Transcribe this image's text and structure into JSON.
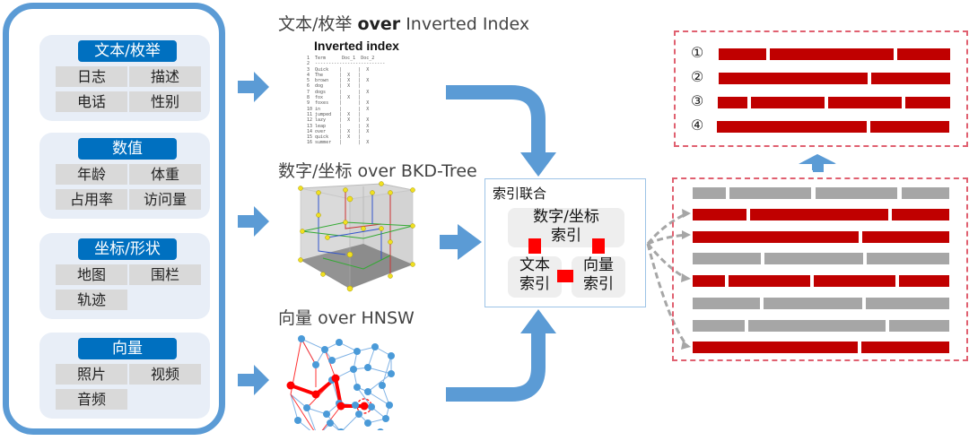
{
  "data_types_panel": {
    "groups": [
      {
        "title": "文本/枚举",
        "items": [
          "日志",
          "描述",
          "电话",
          "性别"
        ]
      },
      {
        "title": "数值",
        "items": [
          "年龄",
          "体重",
          "占用率",
          "访问量"
        ]
      },
      {
        "title": "坐标/形状",
        "items": [
          "地图",
          "围栏",
          "轨迹"
        ]
      },
      {
        "title": "向量",
        "items": [
          "照片",
          "视频",
          "音频"
        ]
      }
    ]
  },
  "indexes": {
    "inverted": {
      "label_cn": "文本/枚举",
      "label_over": "over",
      "label_name": "Inverted Index",
      "figure_title": "Inverted index",
      "table_header": [
        "Term",
        "Doc_1",
        "Doc_2"
      ],
      "table_rows": [
        [
          "Quick",
          "",
          "X"
        ],
        [
          "The",
          "X",
          ""
        ],
        [
          "brown",
          "X",
          "X"
        ],
        [
          "dog",
          "X",
          ""
        ],
        [
          "dogs",
          "",
          "X"
        ],
        [
          "fox",
          "X",
          ""
        ],
        [
          "foxes",
          "",
          "X"
        ],
        [
          "in",
          "",
          "X"
        ],
        [
          "jumped",
          "X",
          ""
        ],
        [
          "lazy",
          "X",
          "X"
        ],
        [
          "leap",
          "",
          "X"
        ],
        [
          "over",
          "X",
          "X"
        ],
        [
          "quick",
          "X",
          ""
        ],
        [
          "summer",
          "",
          "X"
        ]
      ]
    },
    "bkd": {
      "label_cn": "数字/坐标",
      "label_over": "over",
      "label_name": "BKD-Tree"
    },
    "hnsw": {
      "label_cn": "向量",
      "label_over": "over",
      "label_name": "HNSW"
    }
  },
  "union": {
    "title": "索引联合",
    "numeric_geo": "数字/坐标\n索引",
    "text": "文本\n索引",
    "vector": "向量\n索引"
  },
  "results": {
    "final_numbers": [
      "①",
      "②",
      "③",
      "④"
    ]
  },
  "colors": {
    "panel_border": "#5b9bd5",
    "group_title_bg": "#0070c0",
    "arrow": "#5b9bd5",
    "hit_bar": "#c00000",
    "miss_bar": "#a6a6a6",
    "dashed_border": "#e06070",
    "union_link": "#ff0000"
  }
}
